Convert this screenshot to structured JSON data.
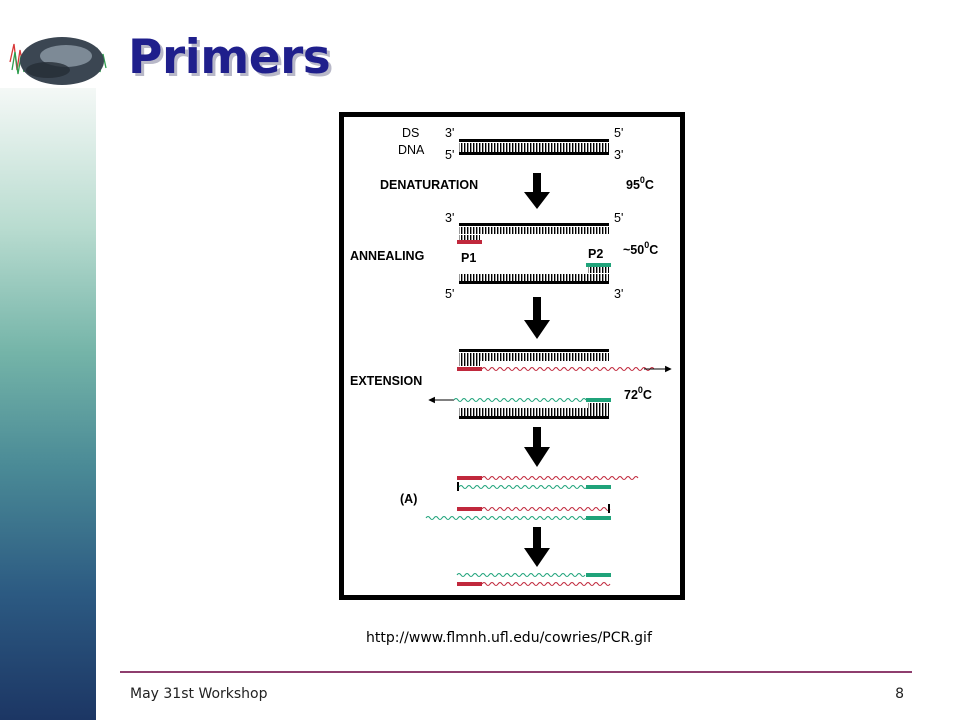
{
  "slide": {
    "title": "Primers",
    "caption": "http://www.flmnh.ufl.edu/cowries/PCR.gif",
    "footer_left": "May 31st Workshop",
    "footer_right": "8",
    "logo_icon": "cowrie-shell-icon"
  },
  "colors": {
    "title": "#1f1f8c",
    "footer_rule": "#8e3e6e",
    "primer_p1": "#c0283c",
    "primer_p2": "#1fa37a"
  },
  "diagram": {
    "ds_label_1": "DS",
    "ds_label_2": "DNA",
    "three_prime": "3'",
    "five_prime": "5'",
    "denaturation": "DENATURATION",
    "denaturation_temp": "95",
    "annealing": "ANNEALING",
    "annealing_temp": "~50",
    "p1": "P1",
    "p2": "P2",
    "extension": "EXTENSION",
    "extension_temp": "72",
    "degree_sup": "0",
    "unit_c": "C",
    "panel_a": "(A)"
  }
}
